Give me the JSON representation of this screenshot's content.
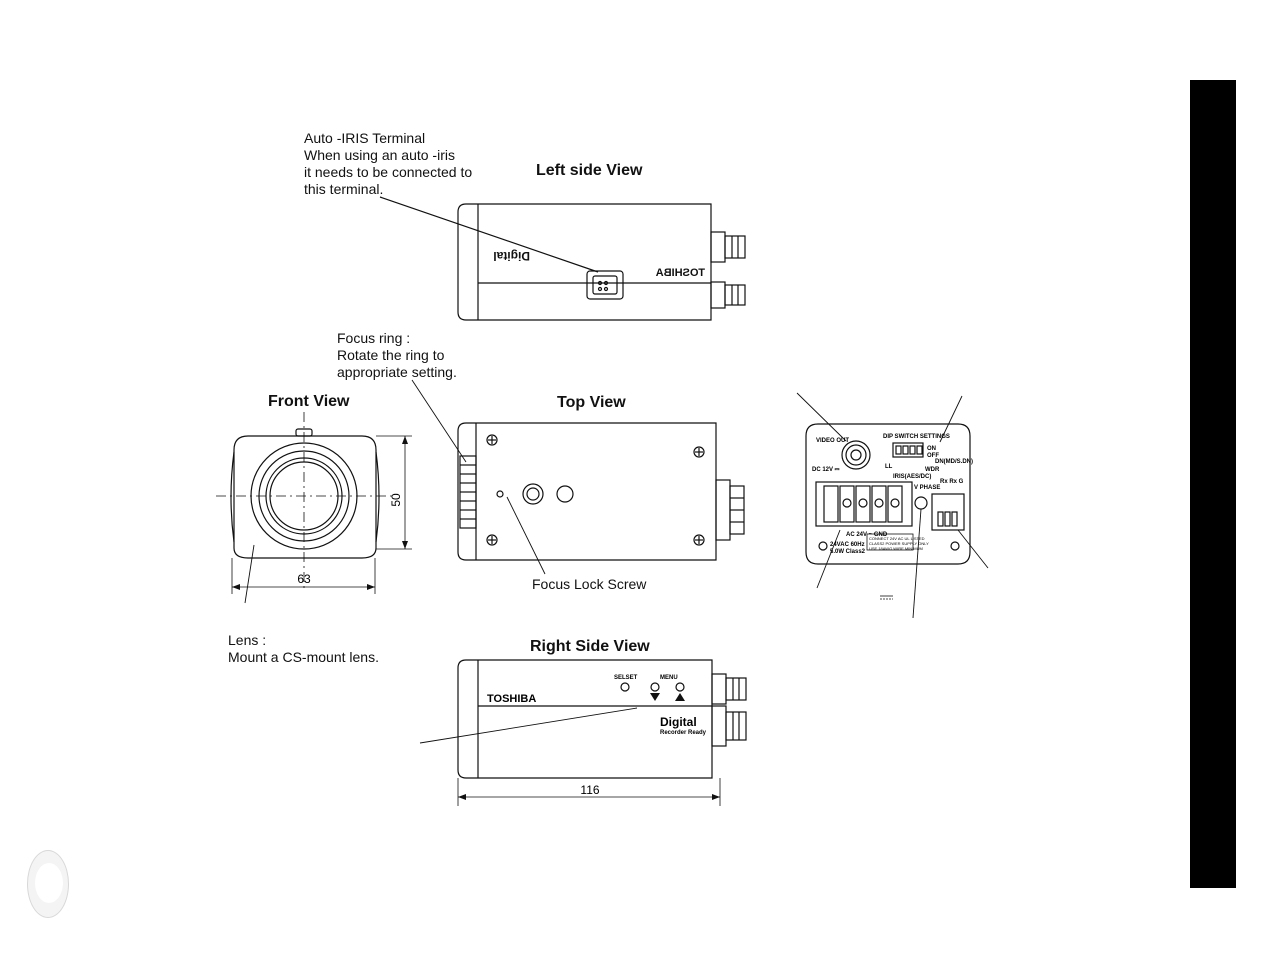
{
  "labels": {
    "auto_iris": [
      "Auto -IRIS Terminal",
      "When using an auto -iris",
      "it needs to be connected to",
      "this terminal."
    ],
    "focus_ring": [
      "Focus ring :",
      "Rotate the ring to",
      "appropriate setting."
    ],
    "focus_lock": "Focus Lock Screw",
    "lens": [
      "Lens :",
      "Mount a CS-mount lens."
    ]
  },
  "view_titles": {
    "left_side": "Left side View",
    "front": "Front View",
    "top": "Top View",
    "right_side": "Right Side View"
  },
  "dimensions": {
    "front_height": "50",
    "front_width": "63",
    "length": "116"
  },
  "camera_markings": {
    "brand": "TOSHIBA",
    "digital": "Digital",
    "recorder_ready": "Recorder Ready",
    "selset": "SELSET",
    "menu": "MENU"
  },
  "rear_panel": {
    "video_out": "VIDEO OUT",
    "dip_switch_settings": "DIP SWITCH SETTINGS",
    "on": "ON",
    "off": "OFF",
    "ll": "LL",
    "iris": "IRIS(AES/DC)",
    "dn": "DN(MD/S.DN)",
    "wdr": "WDR",
    "dc12v": "DC 12V ⎓",
    "v_phase": "V PHASE",
    "rs485": "Rx Rx G",
    "ac24v": "AC 24V ~  GND",
    "rating": [
      "24VAC 60Hz",
      "5.0W Class2"
    ],
    "caution": [
      "CONNECT 24V AC UL LISTED",
      "CLASS2 POWER SUPPLY ONLY",
      "USE 18AWG WIRE MINIMUM"
    ]
  }
}
